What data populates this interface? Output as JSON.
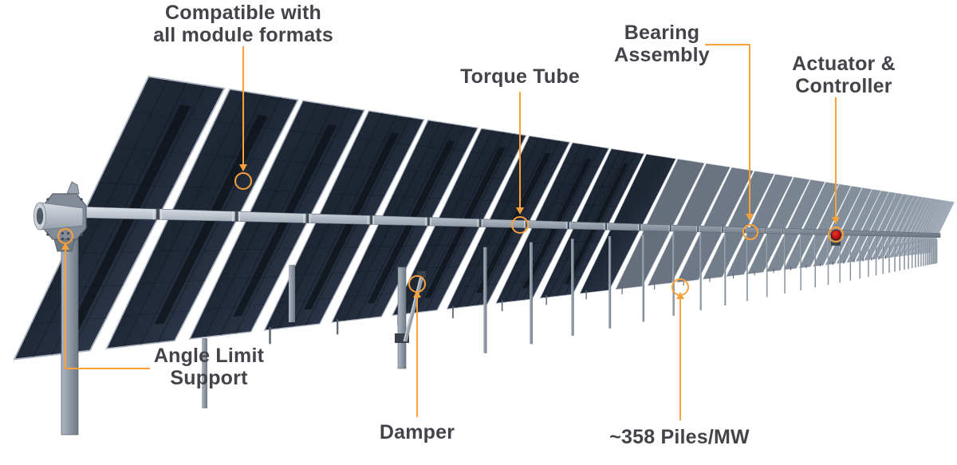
{
  "diagram": {
    "subject": "Single-axis solar tracker row with component callouts"
  },
  "colors": {
    "accent": "#F9A13B",
    "label_text": "#454349",
    "actuator_red": "#BE1010",
    "panel_dark": "#232B38",
    "panel_far": "#9AA5B2",
    "frame": "#A9B2BE",
    "steel_light": "#C8CED6",
    "steel_dark": "#7E8893"
  },
  "callouts": {
    "module_formats": {
      "label": "Compatible with\nall module formats"
    },
    "torque_tube": {
      "label": "Torque Tube"
    },
    "bearing_assembly": {
      "label": "Bearing\nAssembly"
    },
    "actuator_controller": {
      "label": "Actuator &\nController"
    },
    "angle_limit_support": {
      "label": "Angle Limit\nSupport"
    },
    "damper": {
      "label": "Damper"
    },
    "piles_per_mw": {
      "label": "~358 Piles/MW"
    }
  }
}
